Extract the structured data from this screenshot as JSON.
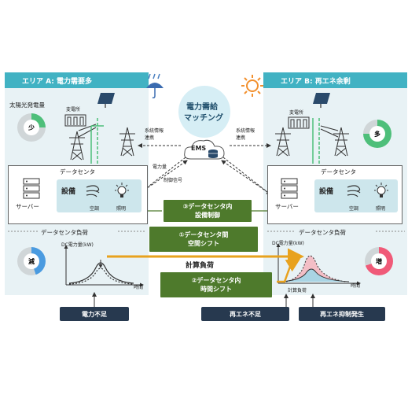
{
  "area_a": {
    "header": "エリア A: 電力需要多",
    "solar_label": "太陽光発電量",
    "ring_label": "少",
    "substation": "変電所"
  },
  "area_b": {
    "header": "エリア B: 再エネ余剰",
    "ring_label": "多",
    "substation": "変電所"
  },
  "center": {
    "title_line1": "電力需給",
    "title_line2": "マッチング",
    "ems": "EMS"
  },
  "signals": {
    "grid_info_left": "系統情報\n連携",
    "grid_info_right": "系統情報\n連携",
    "power": "電力量",
    "control": "制御信号"
  },
  "datacenter": {
    "label_a": "データセンタ",
    "label_b": "データセンタ",
    "server": "サーバー",
    "server_b": "サーバー",
    "equipment": "設備",
    "equipment_b": "設備",
    "aircon": "空調",
    "lighting": "照明",
    "aircon_b": "空調",
    "lighting_b": "照明"
  },
  "load": {
    "title_a": "データセンタ負荷",
    "title_b": "データセンタ負荷",
    "ring_a": "減",
    "ring_b": "増",
    "ylabel_a": "DC電力量(kW)",
    "ylabel_b": "DC電力量(kW)",
    "xlabel_a": "時間",
    "xlabel_b": "時間",
    "compute_load_center": "計算負荷",
    "compute_load_b": "計算負荷"
  },
  "actions": {
    "a3_line1": "③データセンタ内",
    "a3_line2": "設備制御",
    "a1_line1": "①データセンタ間",
    "a1_line2": "空間シフト",
    "a2_line1": "②データセンタ内",
    "a2_line2": "時間シフト"
  },
  "badges": {
    "power_shortage": "電力不足",
    "re_shortage": "再エネ不足",
    "re_curtail": "再エネ抑制発生"
  },
  "colors": {
    "header_a": "#41b2c3",
    "header_b": "#41b2c3",
    "green": "#4e7a2c",
    "dark": "#27394f",
    "ring_a": "#4a9be0",
    "ring_b": "#f05a78",
    "ring_solar_a": "#4ebf7a"
  }
}
